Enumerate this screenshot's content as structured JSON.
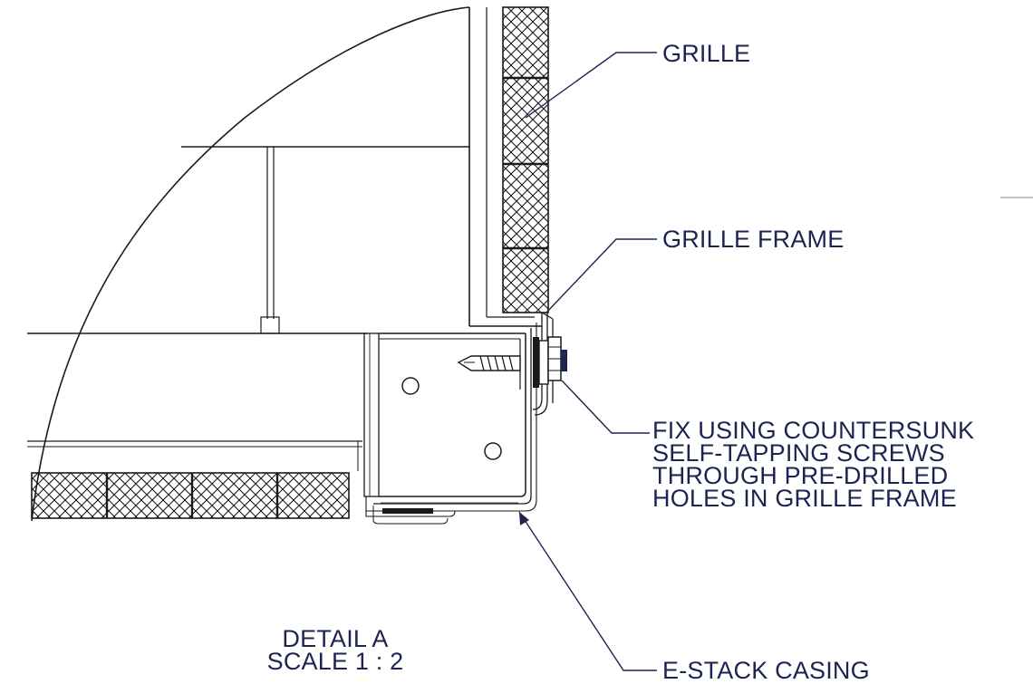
{
  "callouts": {
    "grille": "GRILLE",
    "grille_frame": "GRILLE FRAME",
    "fix_line1": "FIX USING COUNTERSUNK",
    "fix_line2": "SELF-TAPPING SCREWS",
    "fix_line3": "THROUGH PRE-DRILLED",
    "fix_line4": "HOLES IN GRILLE FRAME",
    "casing": "E-STACK CASING"
  },
  "detail": {
    "title": "DETAIL A",
    "scale": "SCALE 1 : 2"
  },
  "colors": {
    "line": "#1a1a1a",
    "leader": "#1c2452",
    "text": "#1c2452",
    "background": "#ffffff"
  }
}
